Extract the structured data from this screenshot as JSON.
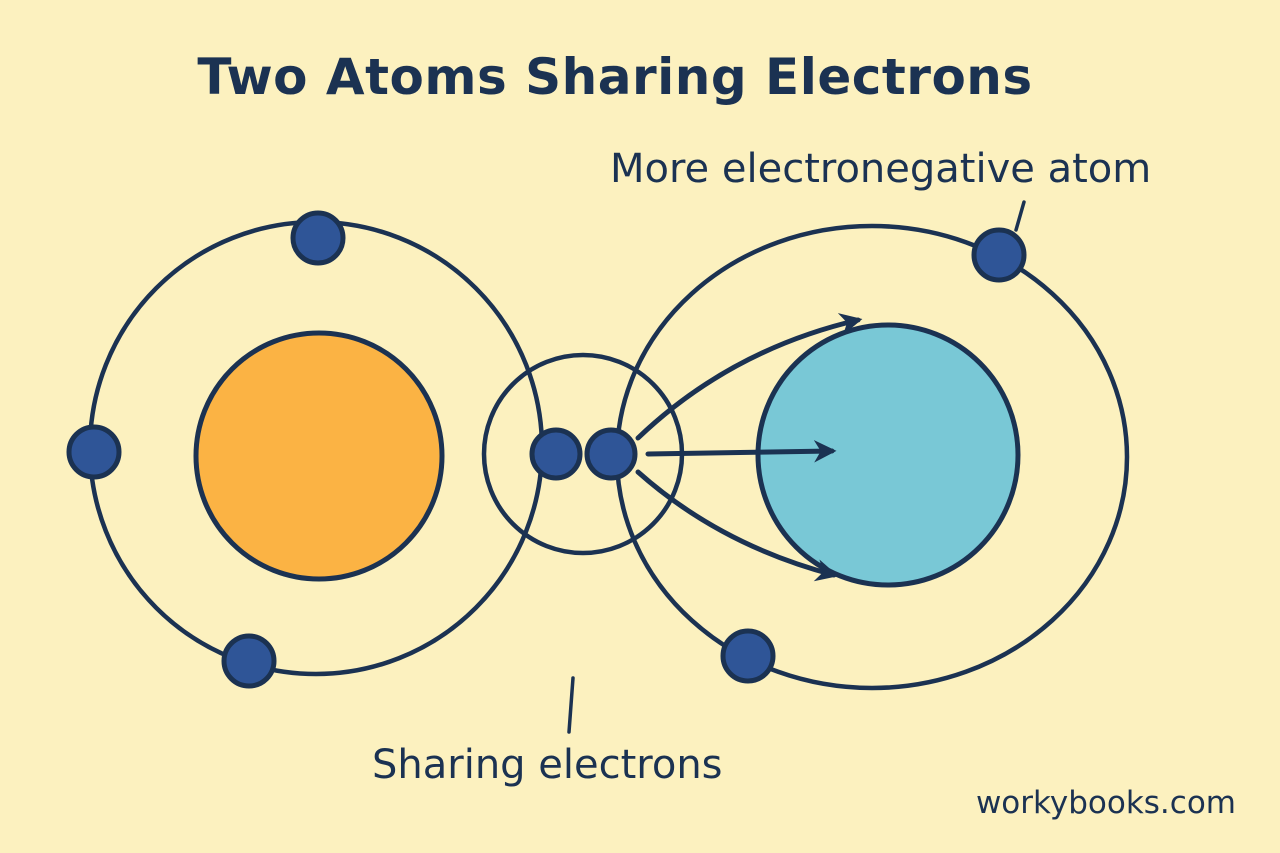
{
  "title": "Two Atoms Sharing Electrons",
  "labels": {
    "electronegative": "More electronegative atom",
    "sharing": "Sharing electrons"
  },
  "watermark": "workybooks.com",
  "colors": {
    "background": "#fcf1bf",
    "outline": "#1b3252",
    "left_nucleus": "#fbb344",
    "right_nucleus": "#79c8d6",
    "electron": "#2f5597"
  }
}
